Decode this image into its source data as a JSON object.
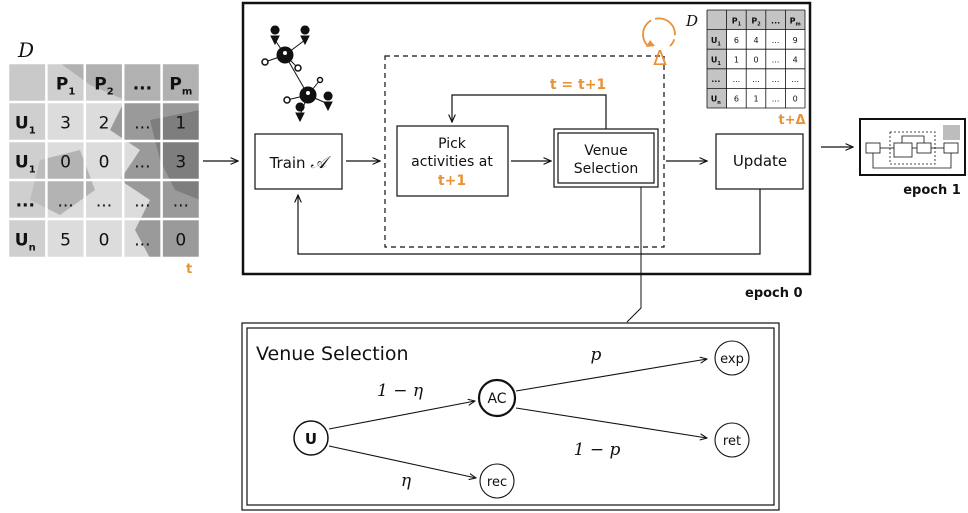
{
  "left_matrix": {
    "name": "D",
    "col_headers": [
      "P",
      "P",
      "...",
      "P"
    ],
    "col_subs": [
      "1",
      "2",
      "",
      "m"
    ],
    "row_headers": [
      "U",
      "U",
      "...",
      "U"
    ],
    "row_subs": [
      "1",
      "1",
      "",
      "n"
    ],
    "cells": [
      [
        "3",
        "2",
        "...",
        "1"
      ],
      [
        "0",
        "0",
        "...",
        "3"
      ],
      [
        "...",
        "...",
        "...",
        "..."
      ],
      [
        "5",
        "0",
        "...",
        "0"
      ]
    ],
    "time_label": "t"
  },
  "epoch0": {
    "label": "epoch 0",
    "train_prefix": "Train ",
    "train_algo": "𝒜",
    "pick_line1": "Pick",
    "pick_line2": "activities at",
    "pick_time": "t+1",
    "venue_line1": "Venue",
    "venue_line2": "Selection",
    "update": "Update",
    "loop_label": "t = t+1",
    "delta_symbol": "Δ"
  },
  "right_matrix": {
    "name": "D",
    "col_headers": [
      "P",
      "P",
      "...",
      "P"
    ],
    "col_subs": [
      "1",
      "2",
      "",
      "m"
    ],
    "row_headers": [
      "U",
      "U",
      "...",
      "U"
    ],
    "row_subs": [
      "1",
      "1",
      "",
      "n"
    ],
    "cells": [
      [
        "6",
        "4",
        "...",
        "9"
      ],
      [
        "1",
        "0",
        "...",
        "4"
      ],
      [
        "...",
        "...",
        "...",
        "..."
      ],
      [
        "6",
        "1",
        "...",
        "0"
      ]
    ],
    "time_label": "t+Δ"
  },
  "epoch1": {
    "label": "epoch 1"
  },
  "venue_selection": {
    "title": "Venue Selection",
    "node_u": "U",
    "node_ac": "AC",
    "node_exp": "exp",
    "node_ret": "ret",
    "node_rec": "rec",
    "edge_u_ac": "1 − η",
    "edge_u_rec": "η",
    "edge_ac_exp": "p",
    "edge_ac_ret": "1 − p"
  },
  "colors": {
    "accent": "#e8923a",
    "map_gray": "#9a9a9a",
    "header_gray": "#c4c4c4"
  },
  "icons": [
    "social-network-icon",
    "delta-cycle-icon"
  ]
}
